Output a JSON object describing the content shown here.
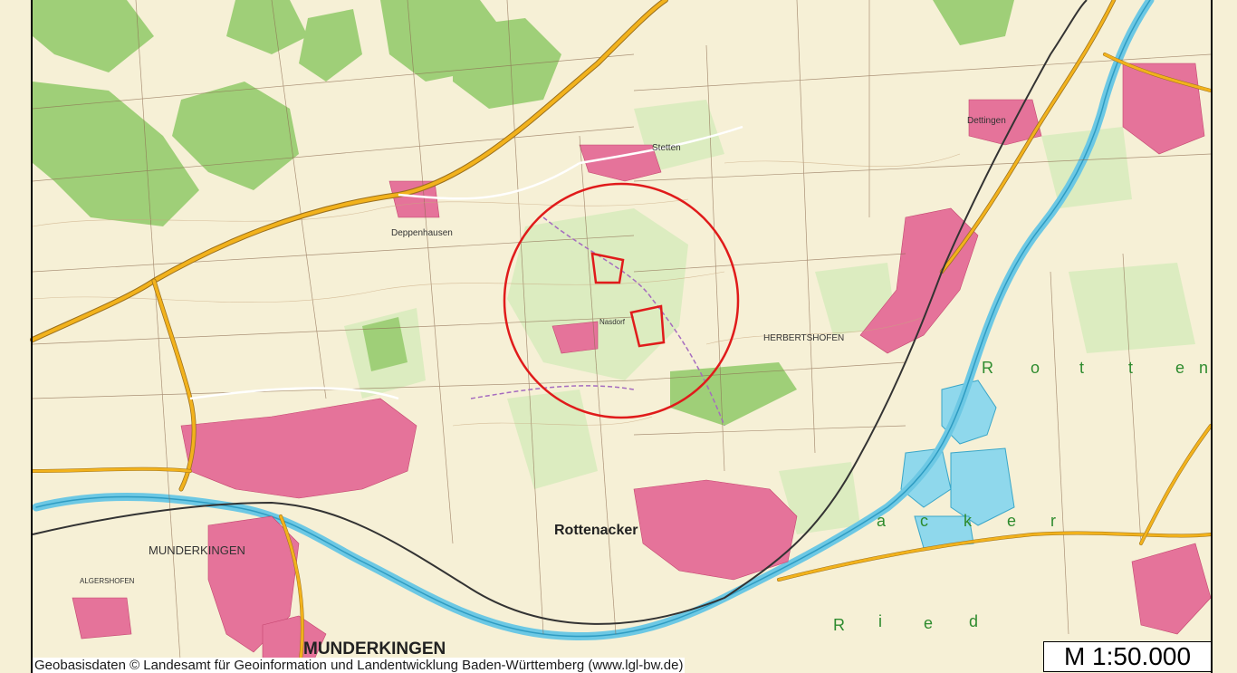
{
  "map": {
    "attribution": "Geobasisdaten © Landesamt für Geoinformation und Landentwicklung Baden-Württemberg (www.lgl-bw.de)",
    "scale_label": "M 1:50.000",
    "colors": {
      "land": "#f6f0d6",
      "forest": "#9fcf78",
      "meadow": "#dcecc0",
      "settlement": "#e5739a",
      "water": "#8fd8ec",
      "main_road": "#f2b21c",
      "railway": "#333333",
      "marker": "#e01b1b"
    },
    "labels": {
      "rottenacker": "Rottenacker",
      "munderkingen_main": "MUNDERKINGEN",
      "munderkingen_town": "MUNDERKINGEN",
      "herbertshofen": "HERBERTSHOFEN",
      "deppenhausen": "Deppenhausen",
      "stetten": "Stetten",
      "dettingen": "Dettingen",
      "nasdorf": "Nasdorf",
      "algershofen": "ALGERSHOFEN",
      "ried_r": "R",
      "ried_i": "i",
      "ried_e": "e",
      "ried_d": "d",
      "rotten_r": "R",
      "rotten_o": "o",
      "rotten_t1": "t",
      "rotten_t2": "t",
      "rotten_e": "e",
      "rotten_n": "n",
      "acker_a": "a",
      "acker_c": "c",
      "acker_k": "k",
      "acker_e": "e",
      "acker_r": "r"
    },
    "icons": {
      "study_area": "circle-marker-icon",
      "parcel": "polygon-marker-icon"
    }
  }
}
